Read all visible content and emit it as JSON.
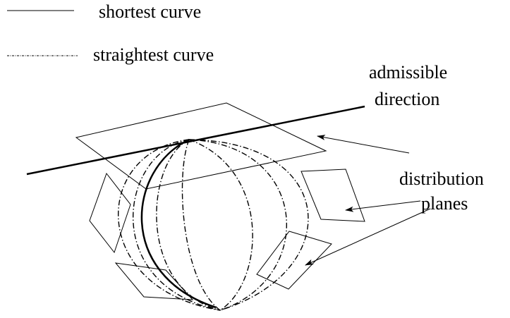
{
  "legend": {
    "shortest_label": "shortest curve",
    "straightest_label": "straightest curve"
  },
  "labels": {
    "admissible_line1": "admissible",
    "admissible_line2": "direction",
    "distribution_line1": "distribution",
    "distribution_line2": "planes"
  },
  "colors": {
    "stroke": "#000000",
    "background": "#ffffff"
  }
}
